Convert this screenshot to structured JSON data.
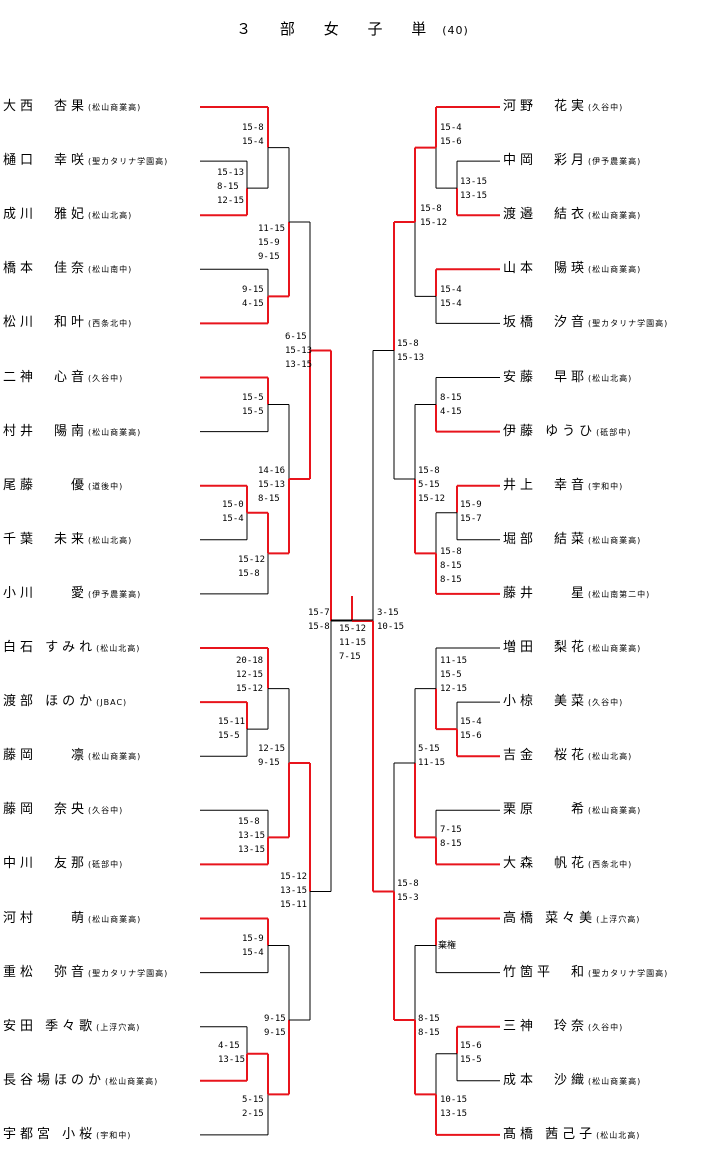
{
  "title": "３ 部 女 子 単",
  "subtitle": "(40)",
  "left_players": [
    {
      "name": "大西　杏果",
      "school": "(松山商業高)"
    },
    {
      "name": "樋口　幸咲",
      "school": "(聖カタリナ学園高)"
    },
    {
      "name": "成川　雅妃",
      "school": "(松山北高)"
    },
    {
      "name": "橋本　佳奈",
      "school": "(松山南中)"
    },
    {
      "name": "松川　和叶",
      "school": "(西条北中)"
    },
    {
      "name": "二神　心音",
      "school": "(久谷中)"
    },
    {
      "name": "村井　陽南",
      "school": "(松山商業高)"
    },
    {
      "name": "尾藤　　優",
      "school": "(道後中)"
    },
    {
      "name": "千葉　未来",
      "school": "(松山北高)"
    },
    {
      "name": "小川　　愛",
      "school": "(伊予農業高)"
    },
    {
      "name": "白石 すみれ",
      "school": "(松山北高)"
    },
    {
      "name": "渡部 ほのか",
      "school": "(JBAC)"
    },
    {
      "name": "藤岡　　凛",
      "school": "(松山商業高)"
    },
    {
      "name": "藤岡　奈央",
      "school": "(久谷中)"
    },
    {
      "name": "中川　友那",
      "school": "(砥部中)"
    },
    {
      "name": "河村　　萌",
      "school": "(松山商業高)"
    },
    {
      "name": "重松　弥音",
      "school": "(聖カタリナ学園高)"
    },
    {
      "name": "安田 季々歌",
      "school": "(上浮穴高)"
    },
    {
      "name": "長谷場ほのか",
      "school": "(松山商業高)"
    },
    {
      "name": "宇都宮 小桜",
      "school": "(宇和中)"
    }
  ],
  "right_players": [
    {
      "name": "河野　花実",
      "school": "(久谷中)"
    },
    {
      "name": "中岡　彩月",
      "school": "(伊予農業高)"
    },
    {
      "name": "渡邉　結衣",
      "school": "(松山商業高)"
    },
    {
      "name": "山本　陽瑛",
      "school": "(松山商業高)"
    },
    {
      "name": "坂橋　汐音",
      "school": "(聖カタリナ学園高)"
    },
    {
      "name": "安藤　早耶",
      "school": "(松山北高)"
    },
    {
      "name": "伊藤 ゆうひ",
      "school": "(砥部中)"
    },
    {
      "name": "井上　幸音",
      "school": "(宇和中)"
    },
    {
      "name": "堀部　結菜",
      "school": "(松山商業高)"
    },
    {
      "name": "藤井　　星",
      "school": "(松山南第二中)"
    },
    {
      "name": "増田　梨花",
      "school": "(松山商業高)"
    },
    {
      "name": "小椋　美菜",
      "school": "(久谷中)"
    },
    {
      "name": "吉金　桜花",
      "school": "(松山北高)"
    },
    {
      "name": "栗原　　希",
      "school": "(松山商業高)"
    },
    {
      "name": "大森　帆花",
      "school": "(西条北中)"
    },
    {
      "name": "高橋 菜々美",
      "school": "(上浮穴高)"
    },
    {
      "name": "竹箇平　和",
      "school": "(聖カタリナ学園高)"
    },
    {
      "name": "三神　玲奈",
      "school": "(久谷中)"
    },
    {
      "name": "成本　沙織",
      "school": "(松山商業高)"
    },
    {
      "name": "髙橋 茜己子",
      "school": "(松山北高)"
    }
  ],
  "scores": [
    {
      "id": "L1",
      "lines": [
        "15-8",
        "15-4"
      ]
    },
    {
      "id": "L2",
      "lines": [
        "15-13",
        "8-15",
        "12-15"
      ]
    },
    {
      "id": "L3",
      "lines": [
        "11-15",
        "15-9",
        "9-15"
      ]
    },
    {
      "id": "L4",
      "lines": [
        "9-15",
        "4-15"
      ]
    },
    {
      "id": "L5",
      "lines": [
        "6-15",
        "15-13",
        "13-15"
      ]
    },
    {
      "id": "L6",
      "lines": [
        "15-5",
        "15-5"
      ]
    },
    {
      "id": "L7",
      "lines": [
        "14-16",
        "15-13",
        "8-15"
      ]
    },
    {
      "id": "L8",
      "lines": [
        "15-0",
        "15-4"
      ]
    },
    {
      "id": "L9",
      "lines": [
        "15-12",
        "15-8"
      ]
    },
    {
      "id": "L10",
      "lines": [
        "15-7",
        "15-8"
      ]
    },
    {
      "id": "L11",
      "lines": [
        "20-18",
        "12-15",
        "15-12"
      ]
    },
    {
      "id": "L12",
      "lines": [
        "15-11",
        "15-5"
      ]
    },
    {
      "id": "L13",
      "lines": [
        "12-15",
        "9-15"
      ]
    },
    {
      "id": "L14",
      "lines": [
        "15-8",
        "13-15",
        "13-15"
      ]
    },
    {
      "id": "L15",
      "lines": [
        "15-12",
        "13-15",
        "15-11"
      ]
    },
    {
      "id": "L16",
      "lines": [
        "15-9",
        "15-4"
      ]
    },
    {
      "id": "L17",
      "lines": [
        "9-15",
        "9-15"
      ]
    },
    {
      "id": "L18",
      "lines": [
        "4-15",
        "13-15"
      ]
    },
    {
      "id": "L19",
      "lines": [
        "5-15",
        "2-15"
      ]
    },
    {
      "id": "F",
      "lines": [
        "15-12",
        "11-15",
        "7-15"
      ]
    },
    {
      "id": "R1",
      "lines": [
        "15-4",
        "15-6"
      ]
    },
    {
      "id": "R2",
      "lines": [
        "13-15",
        "13-15"
      ]
    },
    {
      "id": "R3",
      "lines": [
        "15-8",
        "15-12"
      ]
    },
    {
      "id": "R4",
      "lines": [
        "15-4",
        "15-4"
      ]
    },
    {
      "id": "R5",
      "lines": [
        "15-8",
        "15-13"
      ]
    },
    {
      "id": "R6",
      "lines": [
        "8-15",
        "4-15"
      ]
    },
    {
      "id": "R7",
      "lines": [
        "15-8",
        "5-15",
        "15-12"
      ]
    },
    {
      "id": "R8",
      "lines": [
        "15-9",
        "15-7"
      ]
    },
    {
      "id": "R9",
      "lines": [
        "15-8",
        "8-15",
        "8-15"
      ]
    },
    {
      "id": "R10",
      "lines": [
        "3-15",
        "10-15"
      ]
    },
    {
      "id": "R11",
      "lines": [
        "11-15",
        "15-5",
        "12-15"
      ]
    },
    {
      "id": "R12",
      "lines": [
        "15-4",
        "15-6"
      ]
    },
    {
      "id": "R13",
      "lines": [
        "5-15",
        "11-15"
      ]
    },
    {
      "id": "R14",
      "lines": [
        "7-15",
        "8-15"
      ]
    },
    {
      "id": "R15",
      "lines": [
        "15-8",
        "15-3"
      ]
    },
    {
      "id": "R16",
      "lines": [
        "棄権"
      ]
    },
    {
      "id": "R17",
      "lines": [
        "8-15",
        "8-15"
      ]
    },
    {
      "id": "R18",
      "lines": [
        "15-6",
        "15-5"
      ]
    },
    {
      "id": "R19",
      "lines": [
        "10-15",
        "13-15"
      ]
    }
  ],
  "colors": {
    "winner_line": "#e8141c",
    "loser_line": "#000000"
  }
}
